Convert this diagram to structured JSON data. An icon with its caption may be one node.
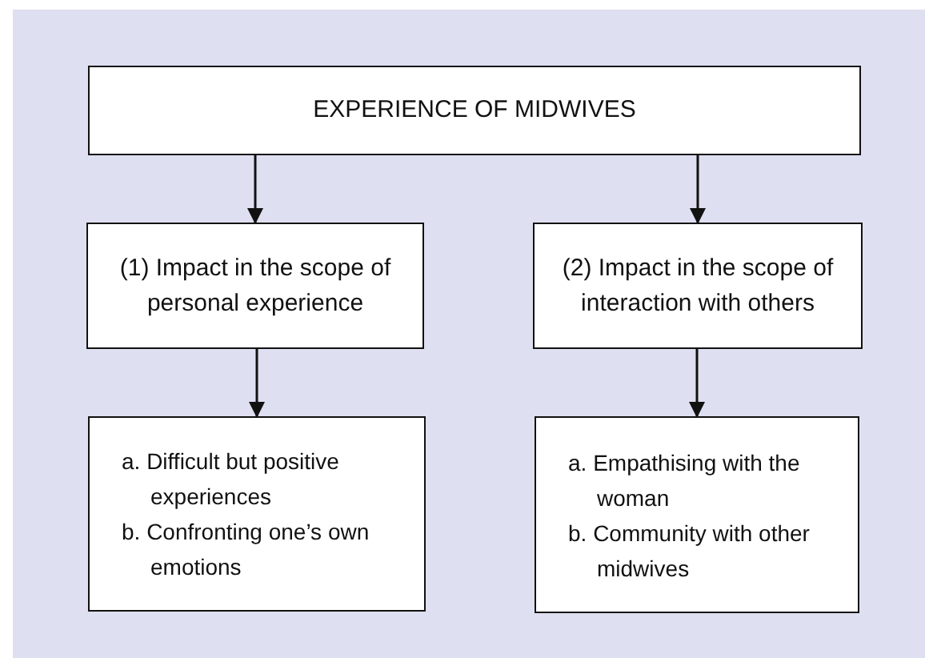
{
  "diagram": {
    "nodes": [
      {
        "text": [
          "EXPERIENCE OF MIDWIVES"
        ]
      },
      {
        "text": [
          "(1) Impact in the scope of personal experience"
        ]
      },
      {
        "text": [
          "(2) Impact in the scope of interaction with others"
        ]
      },
      {
        "text": [
          "a. Difficult but positive experiences",
          "b. Confronting one’s own emotions"
        ]
      },
      {
        "text": [
          "a. Empathising with the woman",
          "b. Community with other midwives"
        ]
      }
    ],
    "edges": [
      {
        "from": 0,
        "to": 1,
        "arrow": "to"
      },
      {
        "from": 0,
        "to": 2,
        "arrow": "to"
      },
      {
        "from": 1,
        "to": 3,
        "arrow": "to"
      },
      {
        "from": 2,
        "to": 4,
        "arrow": "to"
      }
    ]
  }
}
